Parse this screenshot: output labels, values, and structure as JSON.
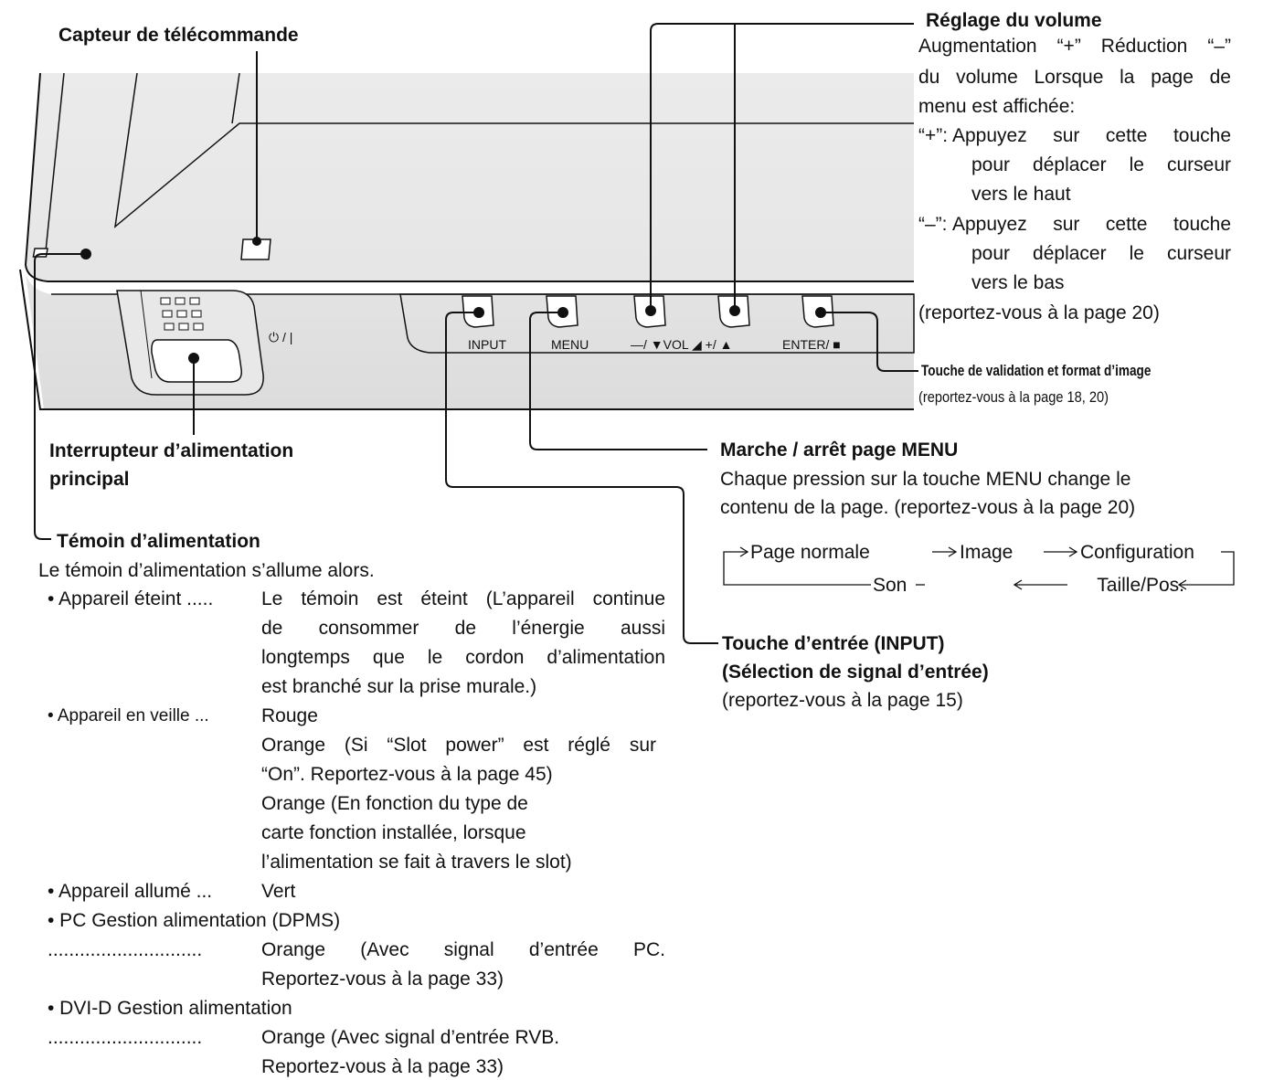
{
  "callouts": {
    "remote_sensor": {
      "title": "Capteur de télécommande"
    },
    "volume": {
      "title": "Réglage du volume",
      "l1": "Augmentation “+” Réduction “–”",
      "l2": "du volume Lorsque la page de",
      "l3": "menu est affichée:",
      "plus_key": "“+”:",
      "plus_l1": "Appuyez sur cette touche",
      "plus_l2": "pour déplacer le curseur",
      "plus_l3": "vers le haut",
      "minus_key": "“–”:",
      "minus_l1": "Appuyez sur cette touche",
      "minus_l2": "pour déplacer le curseur",
      "minus_l3": "vers le bas",
      "ref": "(reportez-vous à la page 20)"
    },
    "enter": {
      "title": "Touche de validation et format d’image",
      "ref": "(reportez-vous à la page 18, 20)"
    },
    "power_switch": {
      "title_l1": "Interrupteur d’alimentation",
      "title_l2": "principal"
    },
    "menu": {
      "title": "Marche / arrêt page MENU",
      "l1": "Chaque pression sur la touche MENU change le",
      "l2": "contenu de la page. (reportez-vous à la page 20)",
      "cycle": {
        "a": "Page normale",
        "b": "Image",
        "c": "Configuration",
        "d": "Taille/Pos.",
        "e": "Son"
      }
    },
    "input": {
      "title_l1": "Touche d’entrée (INPUT)",
      "title_l2": "(Sélection de signal d’entrée)",
      "ref": "(reportez-vous à la page 15)"
    },
    "indicator": {
      "title": "Témoin d’alimentation",
      "intro": "Le témoin d’alimentation s’allume alors.",
      "off_key": "• Appareil éteint .....",
      "off_l1": "Le témoin est éteint (L’appareil continue",
      "off_l2": "de consommer de l’énergie aussi",
      "off_l3": "longtemps que le cordon d’alimentation",
      "off_l4": "est branché sur la prise murale.)",
      "standby_key": "• Appareil en veille ...",
      "standby_l1": "Rouge",
      "standby_l2": "Orange (Si “Slot power” est réglé sur",
      "standby_l3": "“On”. Reportez-vous à la page 45)",
      "standby_l4": "Orange (En fonction du type de",
      "standby_l5": "carte fonction installée, lorsque",
      "standby_l6": "l’alimentation se fait à travers le slot)",
      "on_key": "• Appareil allumé ...",
      "on_l1": "Vert",
      "pc_key": "• PC Gestion alimentation (DPMS)",
      "pc_dots": ".............................",
      "pc_l1": "Orange (Avec signal d’entrée PC.",
      "pc_l2": "Reportez-vous à la page 33)",
      "dvi_key": "• DVI-D Gestion alimentation",
      "dvi_dots": ".............................",
      "dvi_l1": "Orange (Avec signal d’entrée RVB.",
      "dvi_l2": "Reportez-vous à la page 33)"
    }
  },
  "panel": {
    "input_label": "INPUT",
    "menu_label": "MENU",
    "vol_label": "—/ ▼VOL ◢ +/ ▲",
    "enter_label": "ENTER/ ■",
    "power_symbol": "⏻ / |"
  }
}
